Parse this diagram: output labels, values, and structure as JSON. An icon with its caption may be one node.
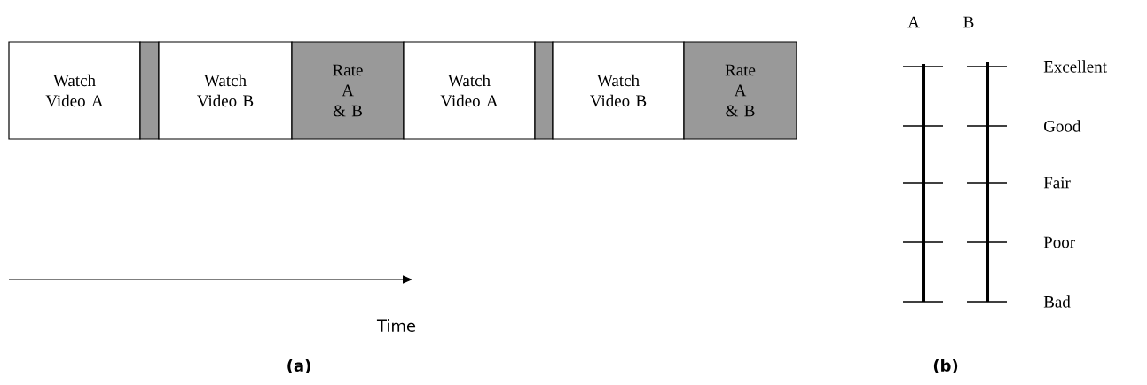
{
  "diagram": {
    "nodes": [
      {
        "text": [
          "Watch Video A"
        ]
      },
      {
        "text": [],
        "shape": "bar"
      },
      {
        "text": [
          "Watch Video B"
        ]
      },
      {
        "text": [
          "Rate A & B"
        ]
      },
      {
        "text": [
          "Watch Video A"
        ]
      },
      {
        "text": [],
        "shape": "bar"
      },
      {
        "text": [
          "Watch Video B"
        ]
      },
      {
        "text": [
          "Rate A & B"
        ]
      }
    ],
    "labels": [
      "A",
      "B",
      "Excellent",
      "Good",
      "Fair",
      "Poor",
      "Bad",
      "Time",
      "(a)",
      "(b)"
    ]
  }
}
